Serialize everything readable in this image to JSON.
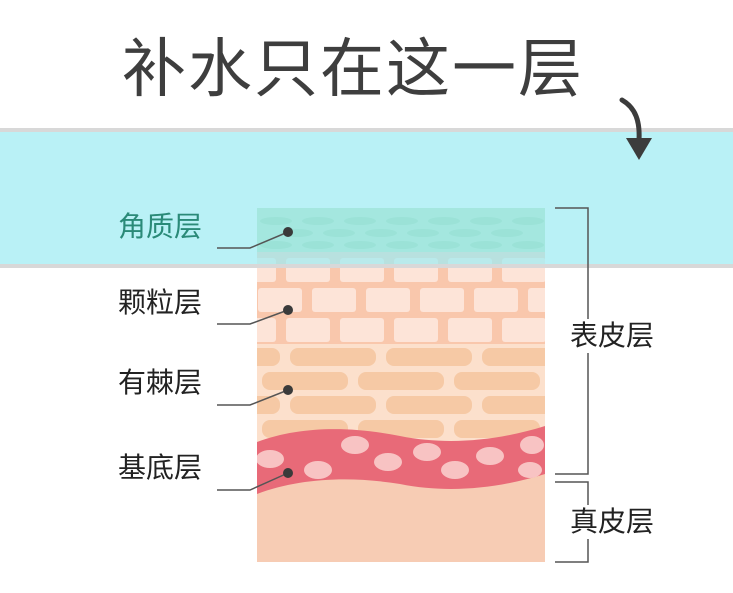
{
  "title": "补水只在这一层",
  "layers": {
    "stratum_corneum": "角质层",
    "stratum_granulosum": "颗粒层",
    "stratum_spinosum": "有棘层",
    "stratum_basale": "基底层"
  },
  "brackets": {
    "epidermis": "表皮层",
    "dermis": "真皮层"
  },
  "colors": {
    "title": "#3e3e3e",
    "highlight_band": "#b3f0f4",
    "corneum_label": "#2a8a78",
    "label_text": "#222222",
    "corneum_layer": "#b2dcae",
    "granulosum_bg": "#f9c7ac",
    "spinosum_bg": "#fce0cc",
    "basale_wave": "#e86a78",
    "dermis": "#f7ccb4"
  },
  "icons": [
    "arrow-down-icon"
  ]
}
